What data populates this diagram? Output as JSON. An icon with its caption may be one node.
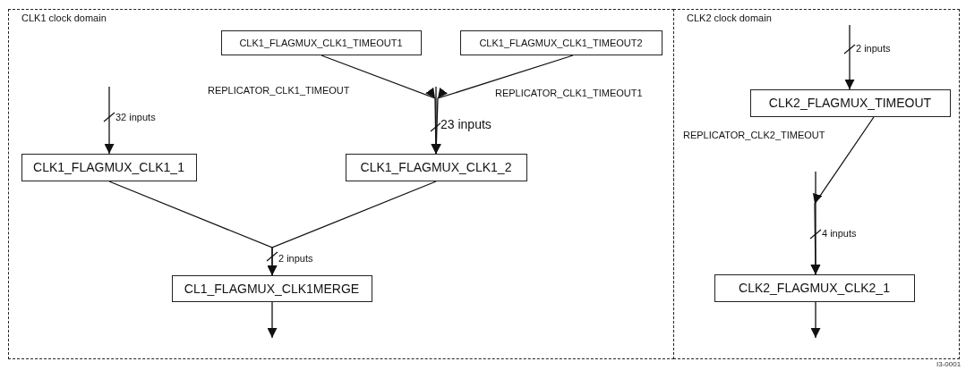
{
  "diagram": {
    "nodes": [
      {
        "text": [
          "CLK1 clock domain"
        ]
      },
      {
        "text": [
          "CLK1_FLAGMUX_CLK1_TIMEOUT1"
        ],
        "in": 0
      },
      {
        "text": [
          "CLK1_FLAGMUX_CLK1_TIMEOUT2"
        ],
        "in": 0
      },
      {
        "text": [
          "CLK1_FLAGMUX_CLK1_1"
        ],
        "in": 0
      },
      {
        "text": [
          "CLK1_FLAGMUX_CLK1_2"
        ],
        "in": 0
      },
      {
        "text": [
          "CL1_FLAGMUX_CLK1MERGE"
        ],
        "in": 0
      },
      {
        "text": [
          "CLK2 clock domain"
        ]
      },
      {
        "text": [
          "CLK2_FLAGMUX_TIMEOUT"
        ],
        "in": 6
      },
      {
        "text": [
          "CLK2_FLAGMUX_CLK2_1"
        ],
        "in": 6
      }
    ],
    "edges": [
      {
        "from": null,
        "to": 3,
        "arrow": "to",
        "label": "32 inputs"
      },
      {
        "from": 1,
        "to": 4,
        "arrow": "to",
        "label": "REPLICATOR_CLK1_TIMEOUT"
      },
      {
        "from": 2,
        "to": 4,
        "arrow": "to",
        "label": "REPLICATOR_CLK1_TIMEOUT1"
      },
      {
        "from": null,
        "to": 4,
        "arrow": "to",
        "label": "23 inputs"
      },
      {
        "from": 3,
        "to": 5,
        "arrow": "to",
        "label": "2 inputs"
      },
      {
        "from": 4,
        "to": 5,
        "arrow": "to"
      },
      {
        "from": 5,
        "to": null,
        "arrow": "to"
      },
      {
        "from": null,
        "to": 7,
        "arrow": "to",
        "label": "2 inputs"
      },
      {
        "from": 7,
        "to": 8,
        "arrow": "to",
        "label": "REPLICATOR_CLK2_TIMEOUT"
      },
      {
        "from": null,
        "to": 8,
        "arrow": "to",
        "label": "4 inputs"
      },
      {
        "from": 8,
        "to": null,
        "arrow": "to"
      }
    ],
    "labels": [
      "I3-0001"
    ]
  }
}
